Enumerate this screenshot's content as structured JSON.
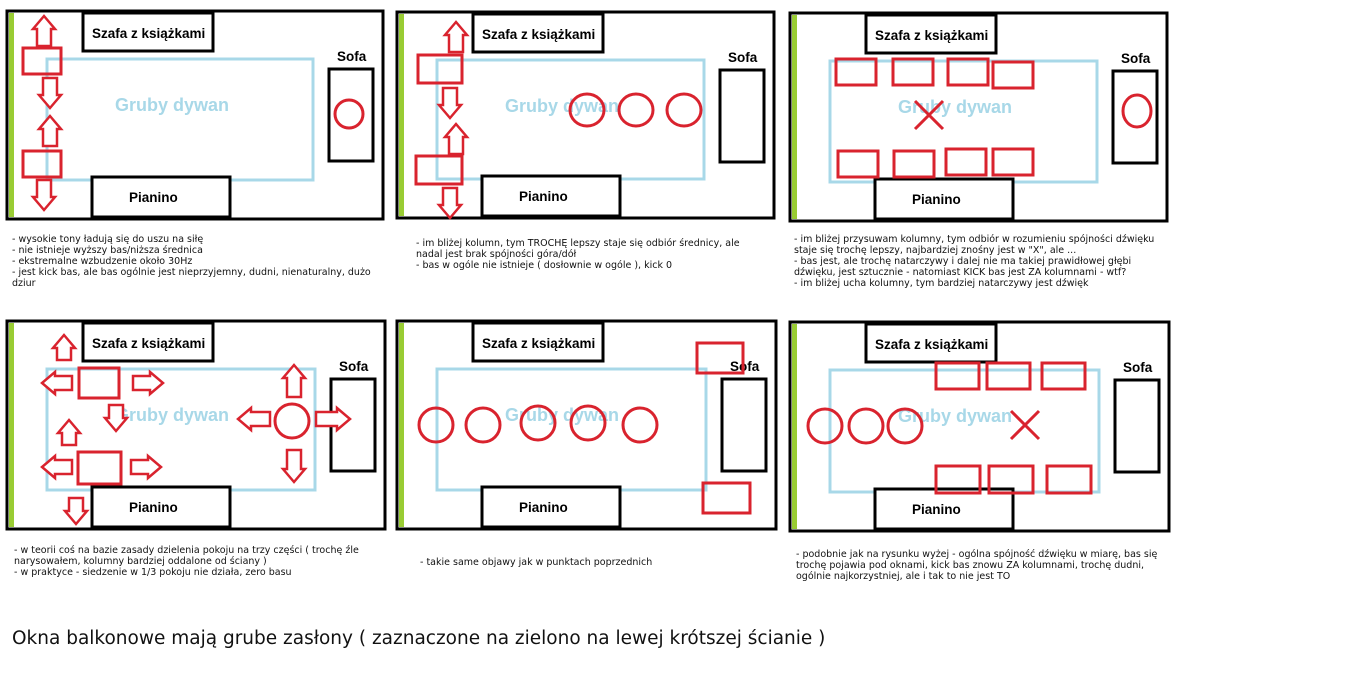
{
  "labels": {
    "szafa": "Szafa z książkami",
    "sofa": "Sofa",
    "dywan": "Gruby dywan",
    "pianino": "Pianino"
  },
  "panels": [
    {
      "id": 1,
      "notes": "- wysokie tony ładują się do uszu na siłę\n- nie istnieje wyższy bas/niższa średnica\n- ekstremalne wzbudzenie około 30Hz\n- jest kick bas, ale bas ogólnie jest nieprzyjemny, dudni, nienaturalny, dużo dziur"
    },
    {
      "id": 2,
      "notes": "- im bliżej kolumn, tym TROCHĘ lepszy staje się odbiór średnicy, ale nadal jest brak spójności góra/dół\n- bas w ogóle nie istnieje ( dosłownie w ogóle ), kick 0"
    },
    {
      "id": 3,
      "notes": "- im bliżej przysuwam kolumny, tym odbiór w rozumieniu spójności dźwięku staje się trochę lepszy, najbardziej znośny jest w \"X\", ale ...\n- bas jest, ale trochę natarczywy i dalej nie ma takiej prawidłowej głębi dźwięku, jest sztucznie - natomiast KICK bas jest ZA kolumnami - wtf?\n- im bliżej ucha kolumny, tym bardziej natarczywy jest dźwięk"
    },
    {
      "id": 4,
      "notes": "- w teorii coś na bazie zasady dzielenia pokoju na trzy części ( trochę źle narysowałem, kolumny bardziej oddalone od ściany )\n- w praktyce - siedzenie w 1/3 pokoju nie działa, zero basu"
    },
    {
      "id": 5,
      "notes": "- takie same objawy jak w punktach poprzednich"
    },
    {
      "id": 6,
      "notes": "- podobnie jak na rysunku wyżej - ogólna spójność dźwięku w miarę, bas się trochę pojawia pod oknami, kick bas znowu ZA kolumnami, trochę dudni, ogólnie najkorzystniej, ale i tak to nie jest TO"
    }
  ],
  "footer": "Okna balkonowe mają grube zasłony ( zaznaczone na zielono na lewej krótszej ścianie )",
  "colors": {
    "wall": "#000000",
    "curtain": "#99cc33",
    "carpet": "#a8d8e8",
    "speaker": "#d9232e",
    "text": "#111111"
  }
}
